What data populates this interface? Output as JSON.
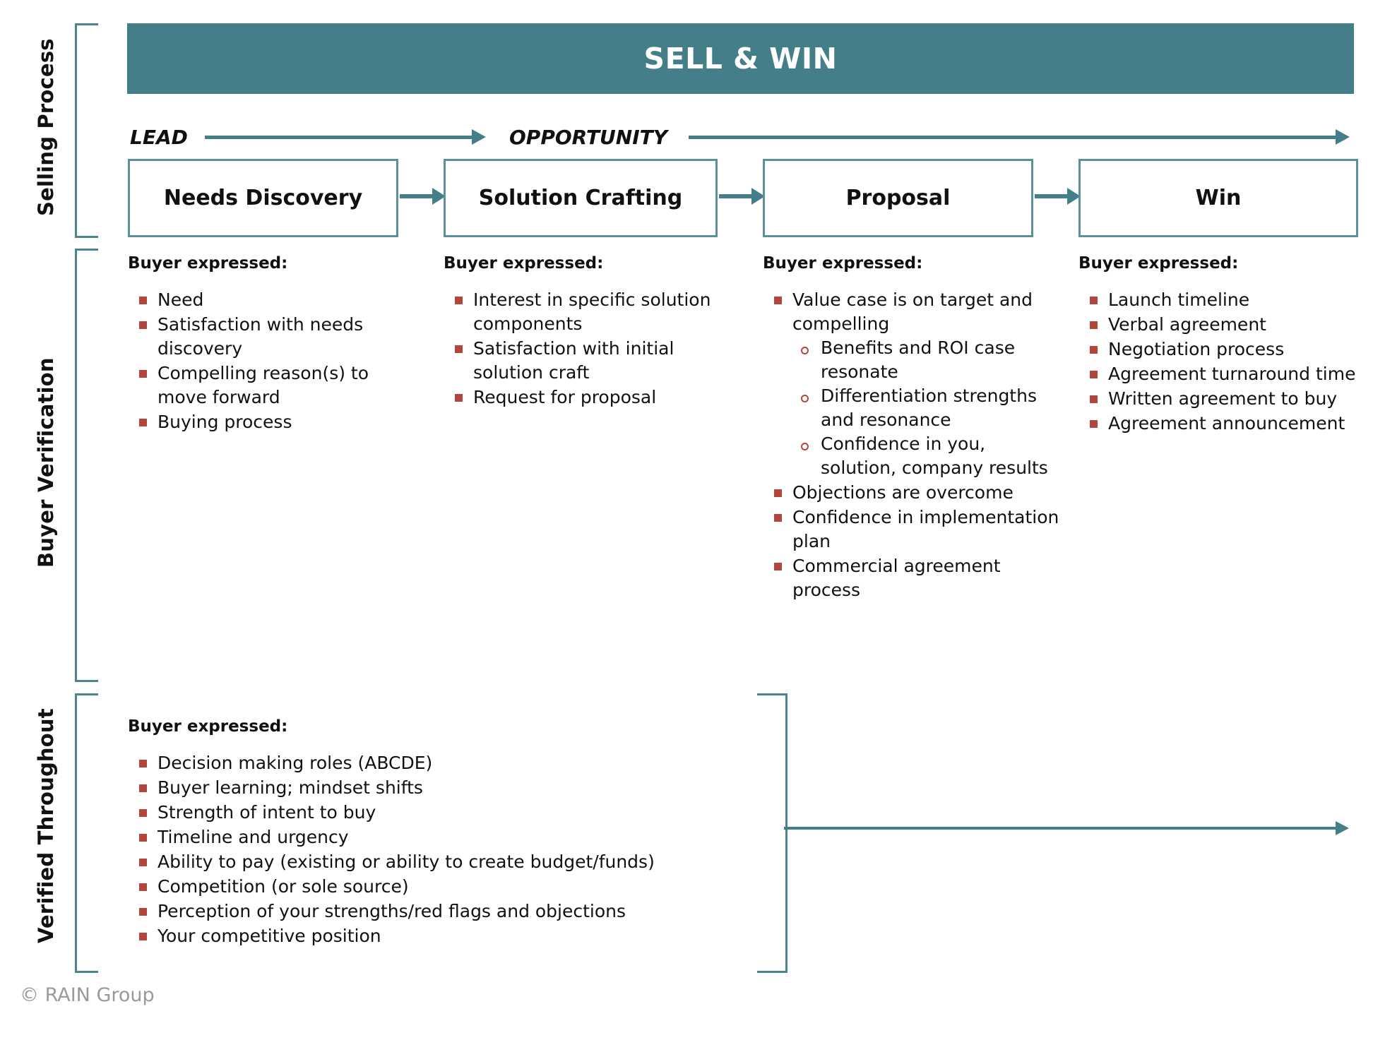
{
  "title_band": {
    "text": "SELL & WIN"
  },
  "side_labels": {
    "selling_process": "Selling Process",
    "buyer_verification": "Buyer Verification",
    "verified_throughout": "Verified Throughout"
  },
  "flow": {
    "lead_label": "LEAD",
    "opportunity_label": "OPPORTUNITY"
  },
  "stages": [
    {
      "name": "Needs Discovery"
    },
    {
      "name": "Solution Crafting"
    },
    {
      "name": "Proposal"
    },
    {
      "name": "Win"
    }
  ],
  "columns": [
    {
      "heading": "Buyer expressed:",
      "items": [
        {
          "text": "Need"
        },
        {
          "text": "Satisfaction with needs discovery"
        },
        {
          "text": "Compelling reason(s) to move forward"
        },
        {
          "text": "Buying process"
        }
      ]
    },
    {
      "heading": "Buyer expressed:",
      "items": [
        {
          "text": "Interest in specific solution components"
        },
        {
          "text": "Satisfaction with initial solution craft"
        },
        {
          "text": "Request for proposal"
        }
      ]
    },
    {
      "heading": "Buyer expressed:",
      "items": [
        {
          "text": "Value case is on target and compelling",
          "sub": [
            "Benefits and ROI case resonate",
            "Differentiation strengths and resonance",
            "Confidence in you, solution, company results"
          ]
        },
        {
          "text": "Objections are overcome"
        },
        {
          "text": "Confidence in implementation plan"
        },
        {
          "text": "Commercial agreement process"
        }
      ]
    },
    {
      "heading": "Buyer expressed:",
      "items": [
        {
          "text": "Launch timeline"
        },
        {
          "text": "Verbal agreement"
        },
        {
          "text": "Negotiation process"
        },
        {
          "text": "Agreement turnaround time"
        },
        {
          "text": "Written agreement to buy"
        },
        {
          "text": "Agreement announcement"
        }
      ]
    }
  ],
  "throughout": {
    "heading": "Buyer expressed:",
    "items": [
      "Decision making roles (ABCDE)",
      "Buyer learning; mindset shifts",
      "Strength of intent to buy",
      "Timeline and urgency",
      "Ability to pay (existing or ability to create budget/funds)",
      "Competition (or sole source)",
      "Perception of your strengths/red flags and objections",
      "Your competitive position"
    ]
  },
  "footer": {
    "text": "© RAIN Group"
  },
  "colors": {
    "teal_fill": "#447f89",
    "teal_line": "#5b8f9a",
    "bullet_red": "#b4453a",
    "footer_gray": "#9a9a9a"
  }
}
